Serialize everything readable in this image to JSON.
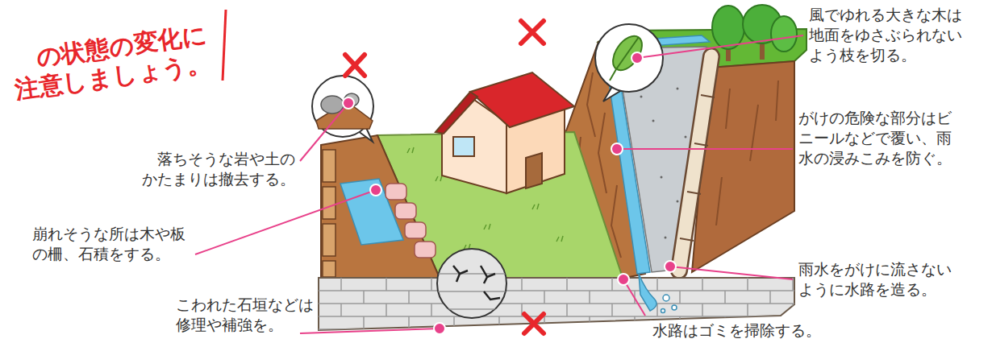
{
  "diagram": {
    "title": "の状態の変化に 注意しましょう。",
    "labels": [
      "風でゆれる大きな木は 地面をゆさぶられない よう枝を切る。",
      "がけの危険な部分はビ ニールなどで覆い、雨 水の浸みこみを防ぐ。",
      "雨水をがけに流さない ように水路を造る。",
      "落ちそうな岩や土の かたまりは撤去する。",
      "崩れそうな所は木や板 の柵、石積をする。",
      "こわれた石垣などは 修理や補強を。",
      "水路はゴミを掃除する。"
    ]
  }
}
